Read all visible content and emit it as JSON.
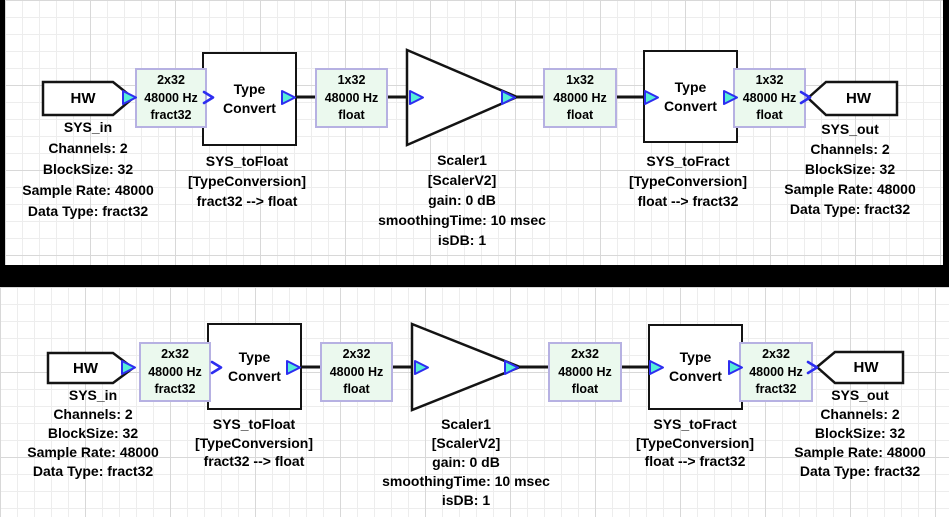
{
  "colors": {
    "frame_background": "#000000",
    "canvas_background": "#ffffff",
    "grid_minor": "#ededed",
    "grid_major": "#d8d8d8",
    "block_border": "#141414",
    "block_fill": "#ffffff",
    "wire_label_fill": "#ebf9ee",
    "wire_label_border": "#b6b1e2",
    "pin_fill": "#57efd8",
    "pin_stroke": "#2d2df0",
    "wire": "#141414",
    "text": "#000000"
  },
  "panels": [
    {
      "id": "top",
      "hw_in": {
        "label": "HW",
        "annotation": [
          "SYS_in",
          "Channels: 2",
          "BlockSize: 32",
          "Sample Rate: 48000",
          "Data Type: fract32"
        ]
      },
      "tc_in": {
        "label": "Type Convert",
        "annotation": [
          "SYS_toFloat",
          "[TypeConversion]",
          "fract32 --> float"
        ]
      },
      "scaler": {
        "annotation": [
          "Scaler1",
          "[ScalerV2]",
          "gain: 0 dB",
          "smoothingTime: 10 msec",
          "isDB: 1"
        ]
      },
      "tc_out": {
        "label": "Type Convert",
        "annotation": [
          "SYS_toFract",
          "[TypeConversion]",
          "float --> fract32"
        ]
      },
      "hw_out": {
        "label": "HW",
        "annotation": [
          "SYS_out",
          "Channels: 2",
          "BlockSize: 32",
          "Sample Rate: 48000",
          "Data Type: fract32"
        ]
      },
      "wire_labels": [
        [
          "2x32",
          "48000 Hz",
          "fract32"
        ],
        [
          "1x32",
          "48000 Hz",
          "float"
        ],
        [
          "1x32",
          "48000 Hz",
          "float"
        ],
        [
          "1x32",
          "48000 Hz",
          "float"
        ]
      ]
    },
    {
      "id": "bottom",
      "hw_in": {
        "label": "HW",
        "annotation": [
          "SYS_in",
          "Channels: 2",
          "BlockSize: 32",
          "Sample Rate: 48000",
          "Data Type: fract32"
        ]
      },
      "tc_in": {
        "label": "Type Convert",
        "annotation": [
          "SYS_toFloat",
          "[TypeConversion]",
          "fract32 --> float"
        ]
      },
      "scaler": {
        "annotation": [
          "Scaler1",
          "[ScalerV2]",
          "gain: 0 dB",
          "smoothingTime: 10 msec",
          "isDB: 1"
        ]
      },
      "tc_out": {
        "label": "Type Convert",
        "annotation": [
          "SYS_toFract",
          "[TypeConversion]",
          "float --> fract32"
        ]
      },
      "hw_out": {
        "label": "HW",
        "annotation": [
          "SYS_out",
          "Channels: 2",
          "BlockSize: 32",
          "Sample Rate: 48000",
          "Data Type: fract32"
        ]
      },
      "wire_labels": [
        [
          "2x32",
          "48000 Hz",
          "fract32"
        ],
        [
          "2x32",
          "48000 Hz",
          "float"
        ],
        [
          "2x32",
          "48000 Hz",
          "float"
        ],
        [
          "2x32",
          "48000 Hz",
          "fract32"
        ]
      ]
    }
  ]
}
